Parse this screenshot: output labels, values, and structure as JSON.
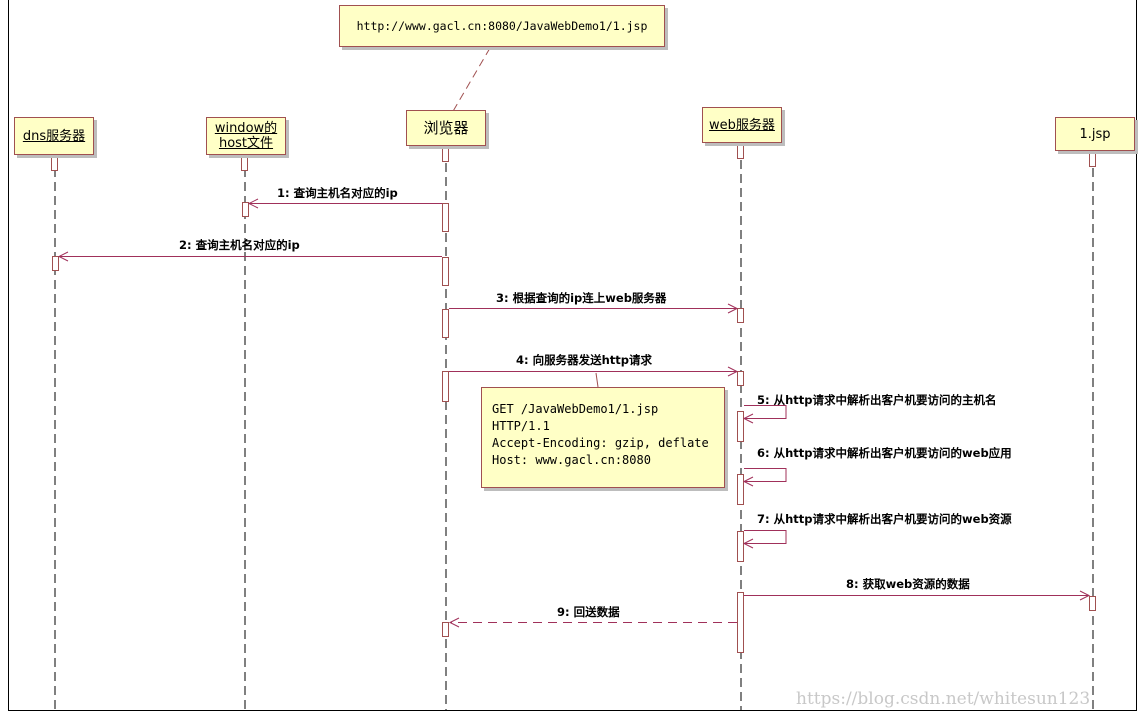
{
  "lifelines": [
    {
      "id": "dns",
      "label": "dns服务器",
      "underline": true
    },
    {
      "id": "hosts",
      "label_line1": "window的",
      "label_line2": "host文件",
      "underline": true
    },
    {
      "id": "browser",
      "label": "浏览器",
      "underline": false
    },
    {
      "id": "web",
      "label": "web服务器",
      "underline": true
    },
    {
      "id": "jsp",
      "label": "1.jsp",
      "underline": false
    }
  ],
  "url_note": "http://www.gacl.cn:8080/JavaWebDemo1/1.jsp",
  "request_note": [
    "GET /JavaWebDemo1/1.jsp",
    "HTTP/1.1",
    "Accept-Encoding: gzip, deflate",
    "Host: www.gacl.cn:8080"
  ],
  "messages": [
    {
      "label": "1: 查询主机名对应的ip"
    },
    {
      "label": "2: 查询主机名对应的ip"
    },
    {
      "label": "3: 根据查询的ip连上web服务器"
    },
    {
      "label": "4: 向服务器发送http请求"
    },
    {
      "label": "5: 从http请求中解析出客户机要访问的主机名"
    },
    {
      "label": "6: 从http请求中解析出客户机要访问的web应用"
    },
    {
      "label": "7: 从http请求中解析出客户机要访问的web资源"
    },
    {
      "label": "8: 获取web资源的数据"
    },
    {
      "label": "9: 回送数据"
    }
  ],
  "watermark": "https://blog.csdn.net/whitesun123",
  "colors": {
    "box_fill": "#ffffc6",
    "box_border": "#a05050",
    "message_line": "#a0305a"
  }
}
